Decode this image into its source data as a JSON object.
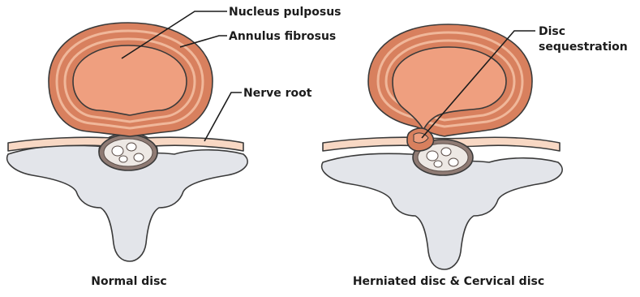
{
  "labels": {
    "nucleus_pulposus": "Nucleus pulposus",
    "annulus_fibrosus": "Annulus fibrosus",
    "nerve_root": "Nerve root",
    "disc_sequestration_line1": "Disc",
    "disc_sequestration_line2": "sequestration"
  },
  "captions": {
    "normal": "Normal disc",
    "herniated": "Herniated disc & Cervical disc"
  },
  "colors": {
    "annulus": "#d8805e",
    "annulus_ring": "#f0b79a",
    "nucleus": "#ef9f7f",
    "nerve": "#f8d8c4",
    "vertebra": "#e3e5ea",
    "cord": "#8f7b74",
    "outline": "#3a3a3a"
  }
}
